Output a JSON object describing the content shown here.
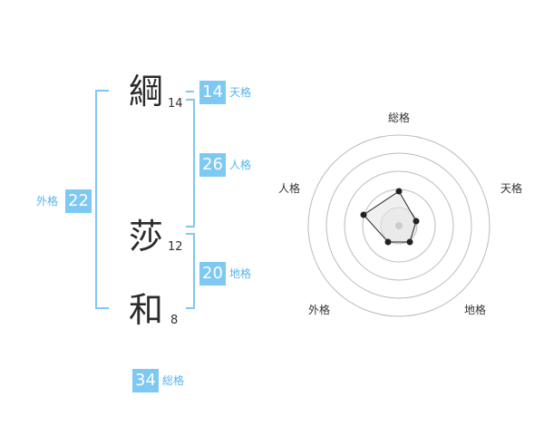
{
  "name": {
    "characters": [
      {
        "char": "綱",
        "strokes": "14"
      },
      {
        "char": "莎",
        "strokes": "12"
      },
      {
        "char": "和",
        "strokes": "8"
      }
    ]
  },
  "fortune": {
    "tenkaku": {
      "value": "14",
      "label": "天格"
    },
    "jinkaku": {
      "value": "26",
      "label": "人格"
    },
    "chikaku": {
      "value": "20",
      "label": "地格"
    },
    "gaikaku": {
      "value": "22",
      "label": "外格"
    },
    "soukaku": {
      "value": "34",
      "label": "総格"
    }
  },
  "radar": {
    "labels": {
      "top": "総格",
      "right": "天格",
      "bottom_right": "地格",
      "bottom_left": "外格",
      "left": "人格"
    },
    "colors": {
      "ring": "#bbbbbb",
      "line": "#222222",
      "point": "#222222",
      "fill": "#f0f0f0",
      "center": "#cccccc"
    }
  },
  "colors": {
    "accent": "#7ec8f4",
    "bracket": "#7ec8f4",
    "label": "#5ab4e8"
  }
}
